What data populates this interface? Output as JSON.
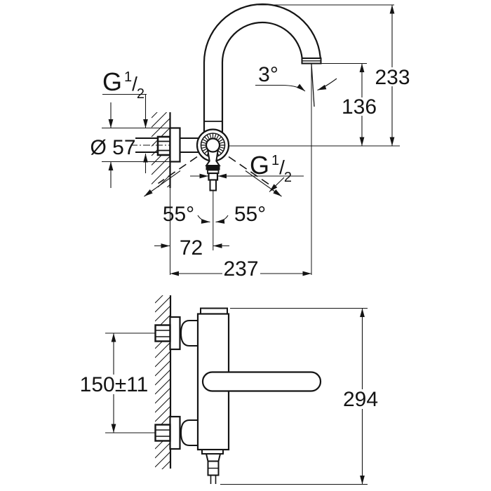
{
  "top_view": {
    "wall_thread": {
      "prefix": "G",
      "numerator": "1",
      "slash": "/",
      "denominator": "2"
    },
    "outlet_thread": {
      "prefix": "G",
      "numerator": "1",
      "slash": "/",
      "denominator": "2"
    },
    "flange_diameter": "Ø 57",
    "overall_height": "233",
    "spout_outlet_height": "136",
    "spout_angle": "3°",
    "swivel_angle_left": "55°",
    "swivel_angle_right": "55°",
    "wall_to_outlet": "72",
    "wall_to_spout_tip": "237"
  },
  "side_view": {
    "connection_centers": "150±11",
    "overall_depth": "294"
  },
  "colors": {
    "line": "#141414",
    "background": "#ffffff"
  }
}
